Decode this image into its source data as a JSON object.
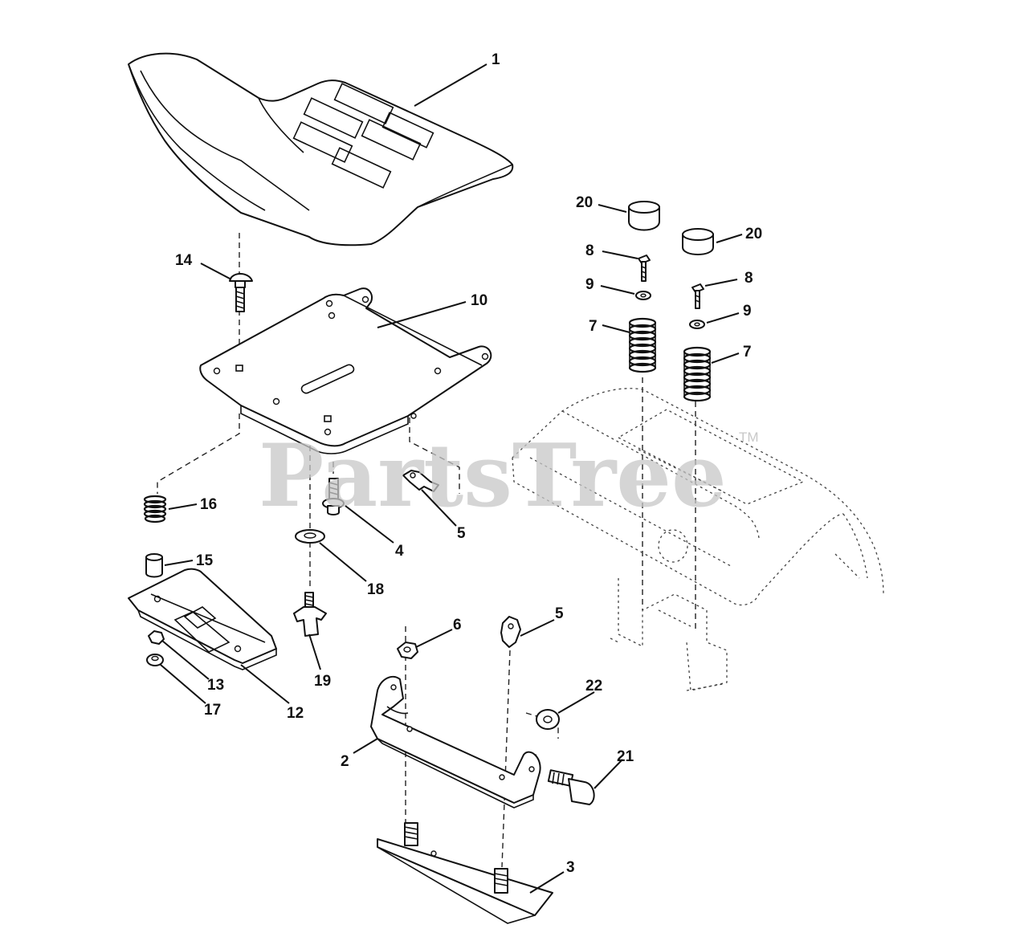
{
  "watermark": {
    "text": "PartsTree",
    "trademark": "TM"
  },
  "callouts": {
    "c1": "1",
    "c2": "2",
    "c3": "3",
    "c4": "4",
    "c5a": "5",
    "c5b": "5",
    "c6": "6",
    "c7a": "7",
    "c7b": "7",
    "c8a": "8",
    "c8b": "8",
    "c9a": "9",
    "c9b": "9",
    "c10": "10",
    "c12": "12",
    "c13": "13",
    "c14": "14",
    "c15": "15",
    "c16": "16",
    "c17": "17",
    "c18": "18",
    "c19": "19",
    "c20a": "20",
    "c20b": "20",
    "c21": "21",
    "c22": "22"
  },
  "colors": {
    "line": "#111111",
    "watermark": "#c8c8c8",
    "background": "#ffffff"
  }
}
